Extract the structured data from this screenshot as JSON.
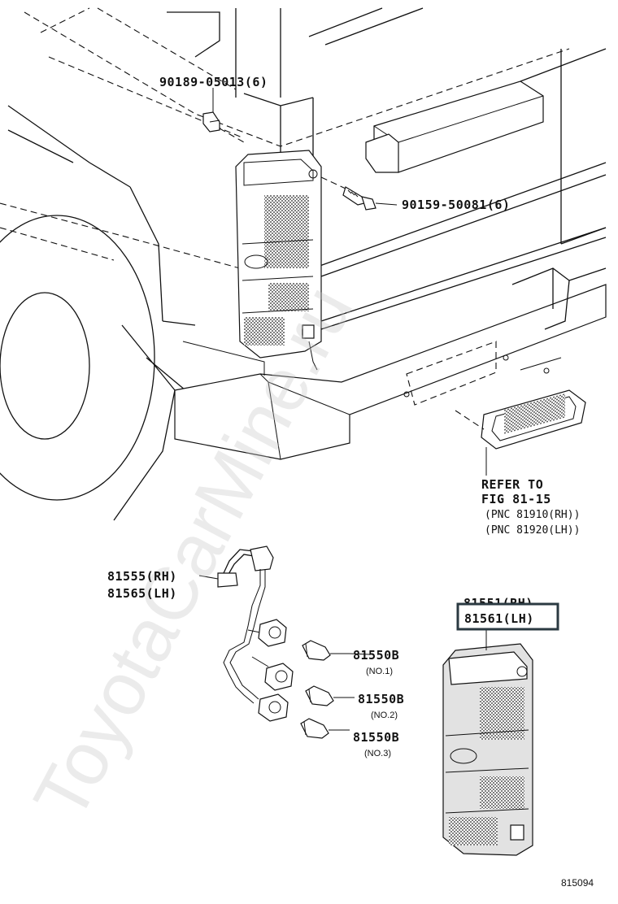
{
  "watermark": "ToyotaCarMine.ru",
  "callouts": {
    "bolt_clip": "90189-05013(6)",
    "bolt_screw": "90159-50081(6)",
    "refer_line1": "REFER TO",
    "refer_line2": "FIG 81-15",
    "refer_pnc_rh": "(PNC 81910(RH))",
    "refer_pnc_lh": "(PNC 81920(LH))",
    "socket_rh": "81555(RH)",
    "socket_lh": "81565(LH)",
    "bulb1_part": "81550B",
    "bulb1_no": "(NO.1)",
    "bulb2_part": "81550B",
    "bulb2_no": "(NO.2)",
    "bulb3_part": "81550B",
    "bulb3_no": "(NO.3)",
    "lamp_rh": "81551(RH)",
    "lamp_lh": "81561(LH)"
  },
  "highlight_color": "#2b3a42",
  "figure_code": "815094"
}
